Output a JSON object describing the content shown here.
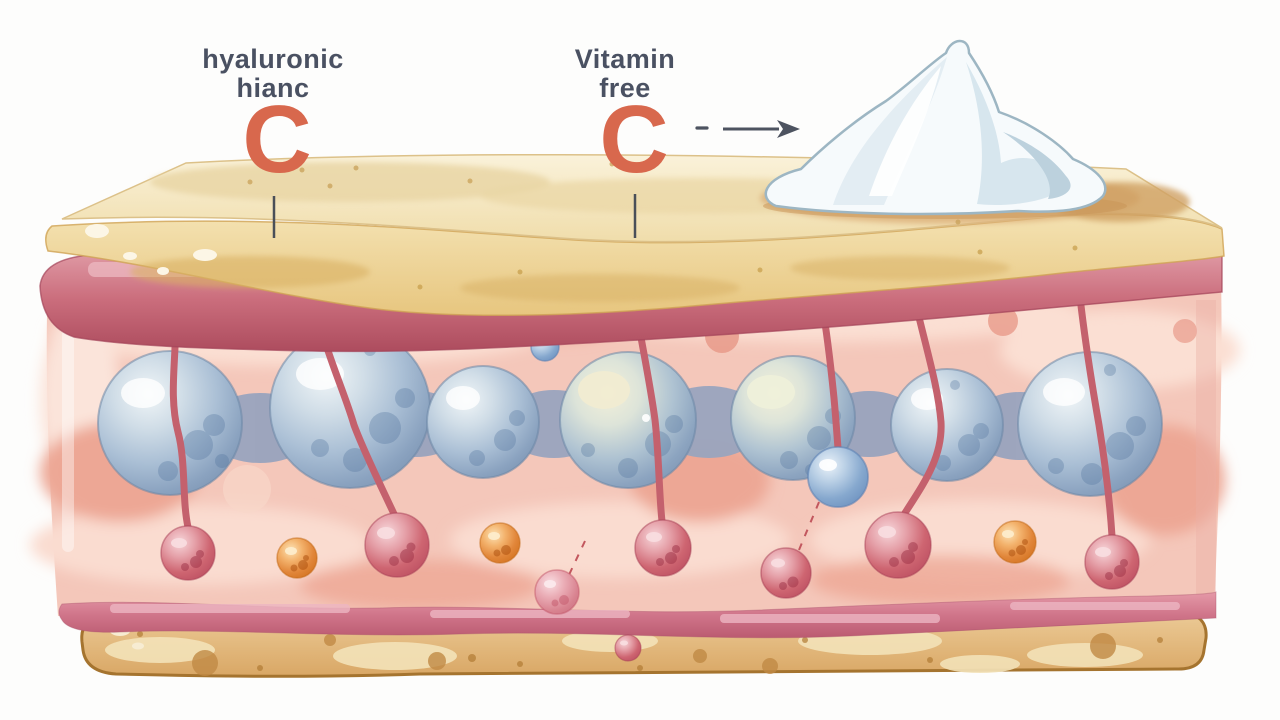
{
  "illustration": {
    "description": "Watercolor cross-section of skin layers showing a serum dollop, hyaluronic molecule chain and Vitamin C absorption",
    "labels": {
      "hyaluronic": {
        "line1": "hyaluronic",
        "line2": "hianc",
        "symbol": "C"
      },
      "vitamin": {
        "line1": "Vitamin",
        "line2": "free",
        "symbol": "C"
      }
    },
    "icons": {
      "arrow": "right-arrow",
      "pointer": "vertical-tick-line",
      "dash": "short-dash"
    },
    "colors": {
      "label_text": "#4a5162",
      "vitamin_c_symbol": "#d8684d",
      "arrow": "#4d5360",
      "skin_top_surface": "#f8efd2",
      "stratum_corneum": "#ecd49c",
      "epidermis_band": "#c96b7a",
      "dermis": "#f4c7ba",
      "molecule_blue": "#a9bed4",
      "droplet_red": "#cd6370",
      "vesicle_orange": "#e08438",
      "basal_band": "#d0758a",
      "subcutis_tan": "#e2b177",
      "cream_dollop_outline": "#9db6c3"
    }
  }
}
